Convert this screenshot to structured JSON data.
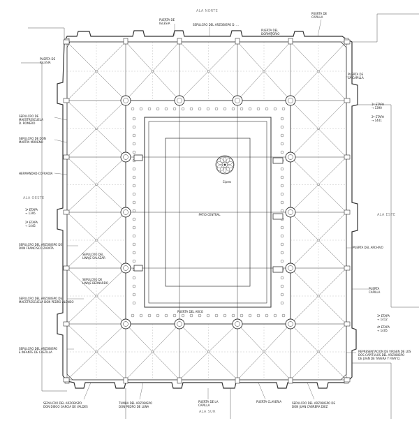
{
  "alas": {
    "norte": "ALA NORTE",
    "sur": "ALA SUR",
    "este": "ALA ESTE",
    "oeste": "ALA OESTE"
  },
  "center": {
    "garden_label": "Cipres",
    "patio_label": "PATIO CENTRAL"
  },
  "etapas": {
    "oeste_1": "1ª ETAPA\n→ 1395",
    "oeste_2": "2ª ETAPA\n→ 1445",
    "este_1": "1ª ETAPA\n→ 1390",
    "este_2": "2ª ETAPA\n→ 1441",
    "este_3": "3ª ETAPA\n→ 1412",
    "este_4": "4ª ETAPA\n→ 1405"
  },
  "annotations": {
    "n1": "PUERTA DE\nIGLESIA",
    "n2": "SEPULCRO DEL ARZOBISPO D. ...",
    "n3": "PUERTA DEL\nDORMITORIO",
    "n4": "PUERTA DE\nCAPILLA",
    "n5": "PUERTA DE\nIGLESIA",
    "w1": "SEPULCRO DE\nMAESTRESCUELA\nD. ROMERO",
    "w2": "SEPULCRO DE DON\nMARTIN MORENO",
    "w3": "HERMANDAD-COFRADIA",
    "w4": "SEPULCRO DEL ARZOBISPO DE\nDON FRANCISCO ZAPATA",
    "w5": "SEPULCRO DEL ARZOBISPO DE\nMAESTRESCUELA DON PEDRO ALONSO",
    "w6": "SEPULCRO DEL ARZOBISPO\nE INFANTE DE CASTILLA",
    "c1": "SEPULCRO DEL\nLINAJE SALAZAR",
    "c2": "SEPULCRO DE\nLINAJE BERNARDO",
    "c3": "PUERTA DEL ARCO",
    "e1": "PUERTA DE\nLA CAPILLA",
    "e2": "PUERTA DEL ARCHIVO",
    "e3": "PUERTA\nCAPILLA",
    "e4": "REPRESENTACION DE VIRGEN DE LOS\nDOS CAPITULOS DEL ARZOBISPO\nDE JUAN DE TAVERA Y FRAY D.",
    "s1": "SEPULCRO DEL ARZOBISPO\nDON DIEGO GARCIA DE VALDES",
    "s2": "TUMBA DEL ARZOBISPO\nDON PEDRO DE LUNA",
    "s3": "PUERTA DE LA\nCAPILLA",
    "s4": "PUERTA CLAVERIA",
    "s5": "SEPULCRO DEL ARZOBISPO DE\nDON JUAN CABRERA DIEZ"
  }
}
